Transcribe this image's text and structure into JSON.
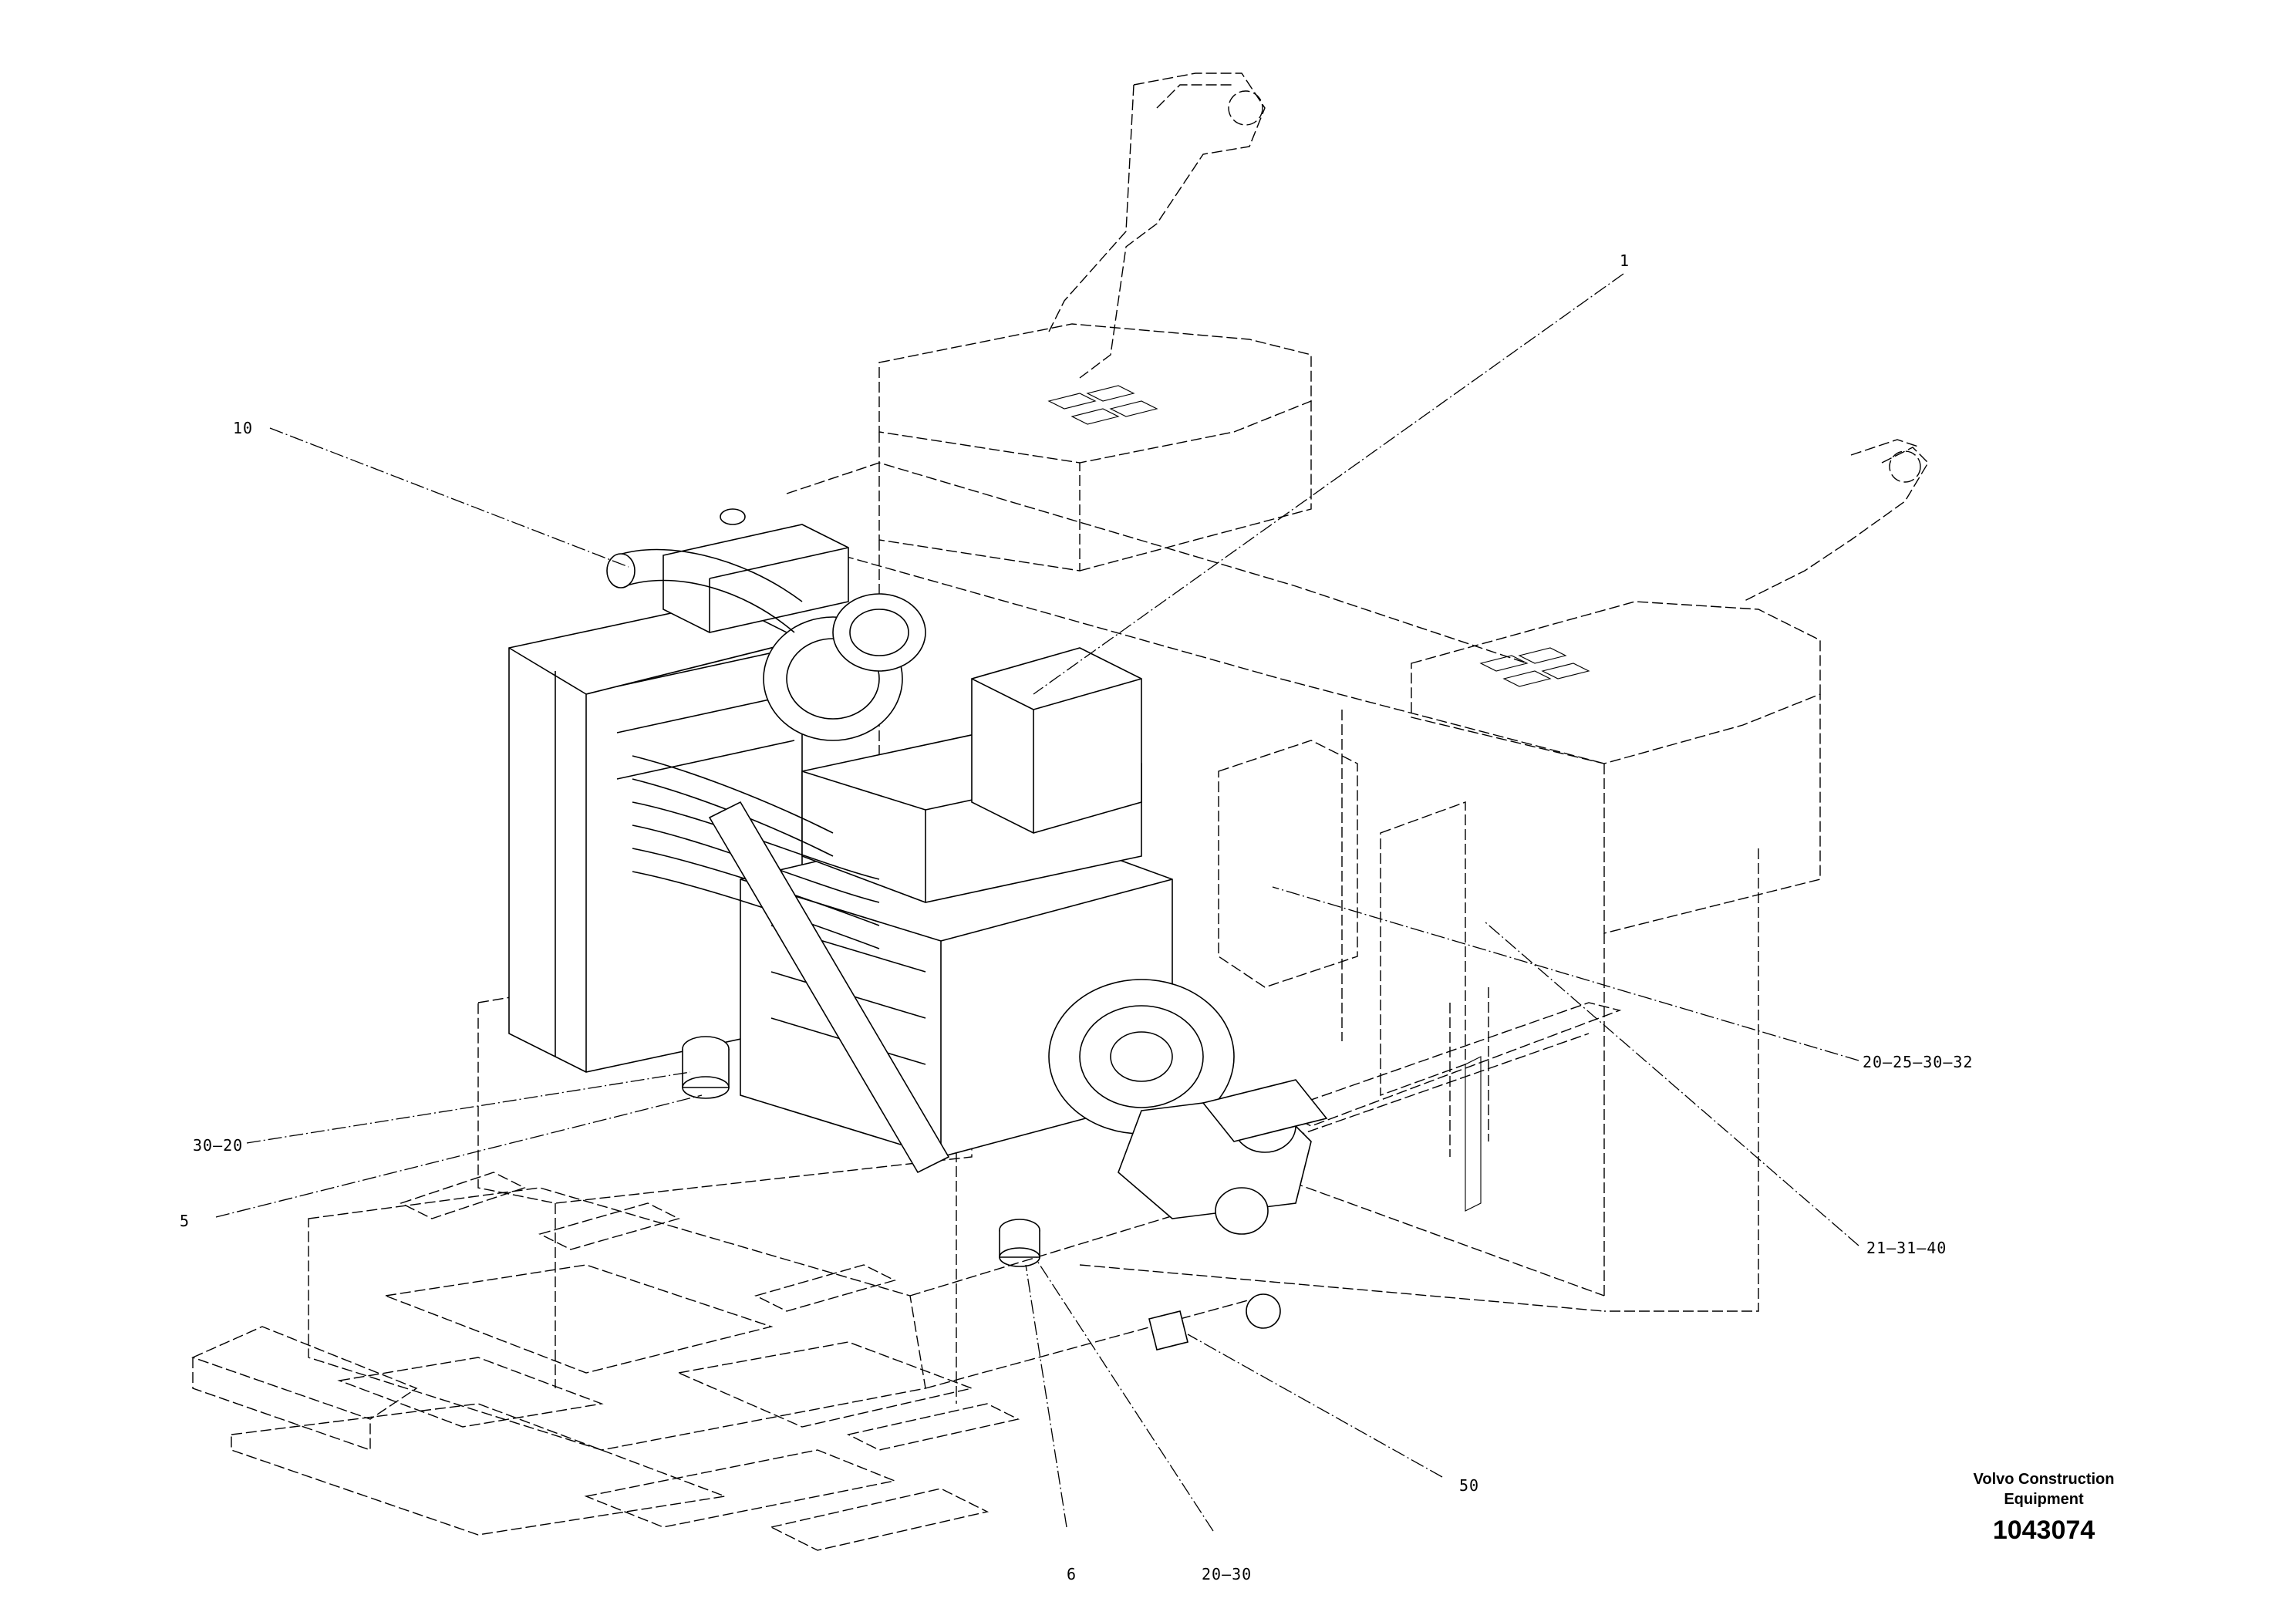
{
  "drawing": {
    "callouts": [
      {
        "id": "c1",
        "text": "1"
      },
      {
        "id": "c10",
        "text": "10"
      },
      {
        "id": "c20_25_30_32",
        "text": "20–25–30–32"
      },
      {
        "id": "c30_20",
        "text": "30–20"
      },
      {
        "id": "c5",
        "text": "5"
      },
      {
        "id": "c21_31_40",
        "text": "21–31–40"
      },
      {
        "id": "c50",
        "text": "50"
      },
      {
        "id": "c6",
        "text": "6"
      },
      {
        "id": "c20_30",
        "text": "20–30"
      }
    ]
  },
  "title_block": {
    "company_line1": "Volvo Construction",
    "company_line2": "Equipment",
    "drawing_number": "1043074"
  }
}
